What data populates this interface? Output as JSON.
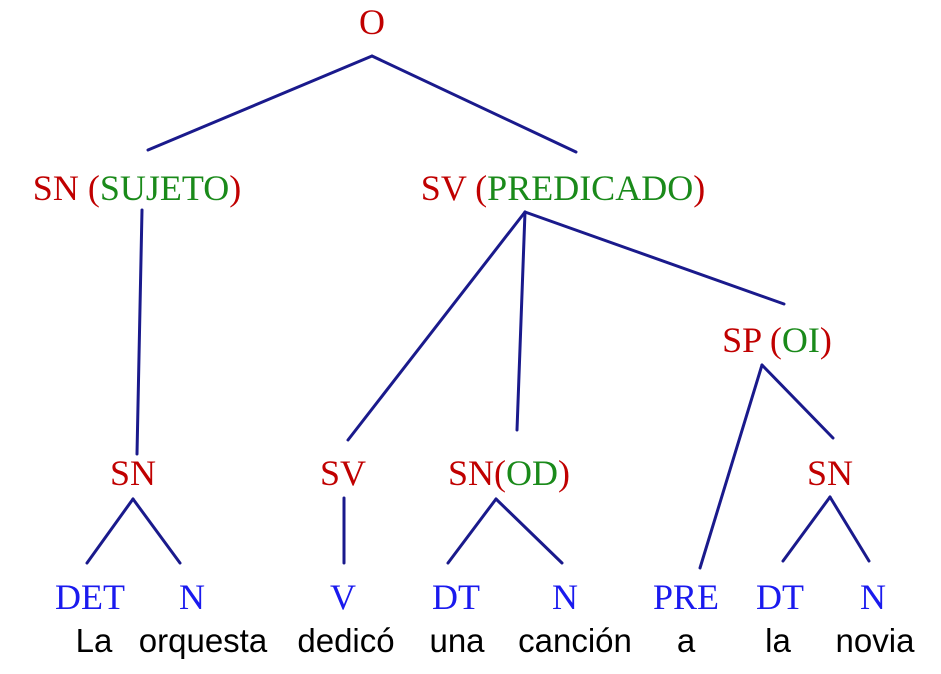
{
  "colors": {
    "category": "#c00000",
    "function": "#1a8a1a",
    "pos": "#1a1aee",
    "word": "#000000",
    "edge": "#1a1a8c"
  },
  "nodes": {
    "root": "O",
    "sn_suj": {
      "cat": "SN",
      "open": "(",
      "fn": "SUJETO",
      "close": ")"
    },
    "sv_pred": {
      "cat": "SV",
      "open": "(",
      "fn": "PREDICADO",
      "close": ")"
    },
    "sp_oi": {
      "cat": "SP",
      "open": "(",
      "fn": "OI",
      "close": ")"
    },
    "sn1": "SN",
    "sv2": "SV",
    "sn_od": {
      "cat": "SN",
      "open": "(",
      "fn": "OD",
      "close": ")"
    },
    "sn2": "SN"
  },
  "pos_tags": [
    "DET",
    "N",
    "V",
    "DT",
    "N",
    "PRE",
    "DT",
    "N"
  ],
  "words": [
    "La",
    "orquesta",
    "dedicó",
    "una",
    "canción",
    "a",
    "la",
    "novia"
  ]
}
